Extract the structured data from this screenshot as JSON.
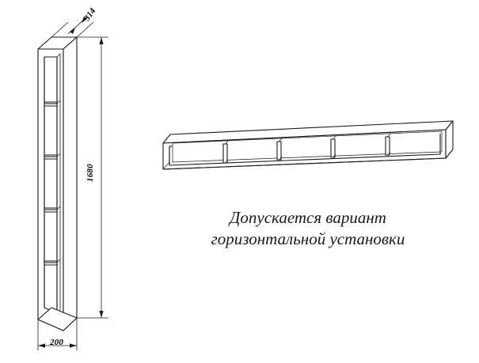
{
  "drawing": {
    "title_caption": "Допускается вариант\nгоризонтальной установки",
    "dimensions": {
      "depth": "314",
      "height": "1680",
      "width": "200"
    },
    "shelves": {
      "vertical_compartments": 5,
      "horizontal_compartments": 5
    },
    "colors": {
      "line": "#1a1a1a",
      "fill": "#ffffff",
      "text": "#000000"
    }
  }
}
